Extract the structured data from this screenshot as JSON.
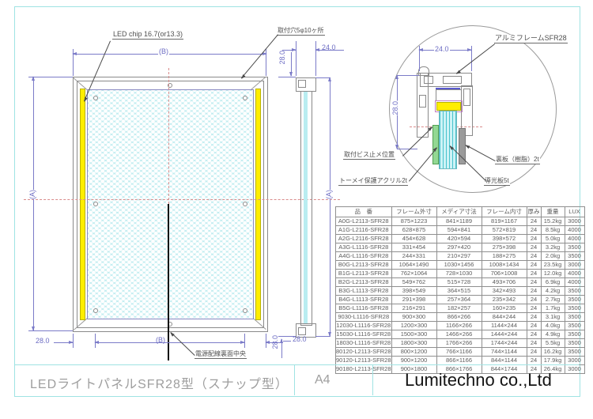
{
  "title_block": {
    "title": "LEDライトパネルSFR28型（スナップ型）",
    "paper": "A4",
    "company": "Lumitechno co.,Ltd"
  },
  "labels": {
    "led_chip": "LED chip 16.7(or13.3)",
    "mount_holes": "取付穴5φ10ヶ所",
    "alumi_frame": "アルミフレームSFR28",
    "screw_pos": "取付ビス止メ位置",
    "acrylic": "トーメイ保護アクリル2t",
    "light_guide": "導光板5t",
    "back_board": "裏板（樹脂）2t",
    "power": "電源配線裏面中央"
  },
  "dims": {
    "b": "(B)",
    "a": "(A)",
    "d24": "24.0",
    "d28": "28.0"
  },
  "table": {
    "headers": [
      "品　番",
      "フレーム外寸",
      "メディア寸法",
      "フレーム内寸",
      "厚み",
      "重量",
      "LUX"
    ],
    "rows": [
      [
        "A0G-L2113-SFR28",
        "875×1223",
        "841×1189",
        "819×1167",
        "24",
        "15.2kg",
        "3000"
      ],
      [
        "A1G-L2116-SFR28",
        "628×875",
        "594×841",
        "572×819",
        "24",
        "8.5kg",
        "4000"
      ],
      [
        "A2G-L2116-SFR28",
        "454×628",
        "420×594",
        "398×572",
        "24",
        "5.0kg",
        "4000"
      ],
      [
        "A3G-L1116-SFR28",
        "331×454",
        "297×420",
        "275×398",
        "24",
        "3.2kg",
        "3500"
      ],
      [
        "A4G-L1116-SFR28",
        "244×331",
        "210×297",
        "188×275",
        "24",
        "2.0kg",
        "3500"
      ],
      [
        "B0G-L2113-SFR28",
        "1064×1490",
        "1030×1456",
        "1008×1434",
        "24",
        "23.5kg",
        "3000"
      ],
      [
        "B1G-L2113-SFR28",
        "762×1064",
        "728×1030",
        "706×1008",
        "24",
        "12.0kg",
        "4000"
      ],
      [
        "B2G-L2113-SFR28",
        "549×762",
        "515×728",
        "493×706",
        "24",
        "6.9kg",
        "4000"
      ],
      [
        "B3G-L1113-SFR28",
        "398×549",
        "364×515",
        "342×493",
        "24",
        "4.2kg",
        "3500"
      ],
      [
        "B4G-L1113-SFR28",
        "291×398",
        "257×364",
        "235×342",
        "24",
        "2.7kg",
        "3500"
      ],
      [
        "B5G-L1116-SFR28",
        "216×291",
        "182×257",
        "160×235",
        "24",
        "1.7kg",
        "3500"
      ],
      [
        "9030-L1116-SFR28",
        "900×300",
        "866×266",
        "844×244",
        "24",
        "3.1kg",
        "3500"
      ],
      [
        "12030-L1116-SFR28",
        "1200×300",
        "1166×266",
        "1144×244",
        "24",
        "4.0kg",
        "3500"
      ],
      [
        "15030-L1116-SFR28",
        "1500×300",
        "1466×266",
        "1444×244",
        "24",
        "4.9kg",
        "3500"
      ],
      [
        "18030-L1116-SFR28",
        "1800×300",
        "1766×266",
        "1744×244",
        "24",
        "5.5kg",
        "3500"
      ],
      [
        "80120-L2113-SFR28",
        "800×1200",
        "766×1166",
        "744×1144",
        "24",
        "16.2kg",
        "3500"
      ],
      [
        "90120-L2113-SFR28",
        "900×1200",
        "866×1166",
        "844×1144",
        "24",
        "17.9kg",
        "3000"
      ],
      [
        "90180-L2113-SFR28",
        "900×1800",
        "866×1766",
        "844×1744",
        "24",
        "26.4kg",
        "3000"
      ]
    ]
  },
  "colors": {
    "dimension": "#7b7bc8",
    "centerline": "#d98c8c",
    "led_strip": "#ffee00",
    "light_guide_fill": "#bfecf0",
    "sheet_border": "#9fe3e3"
  }
}
